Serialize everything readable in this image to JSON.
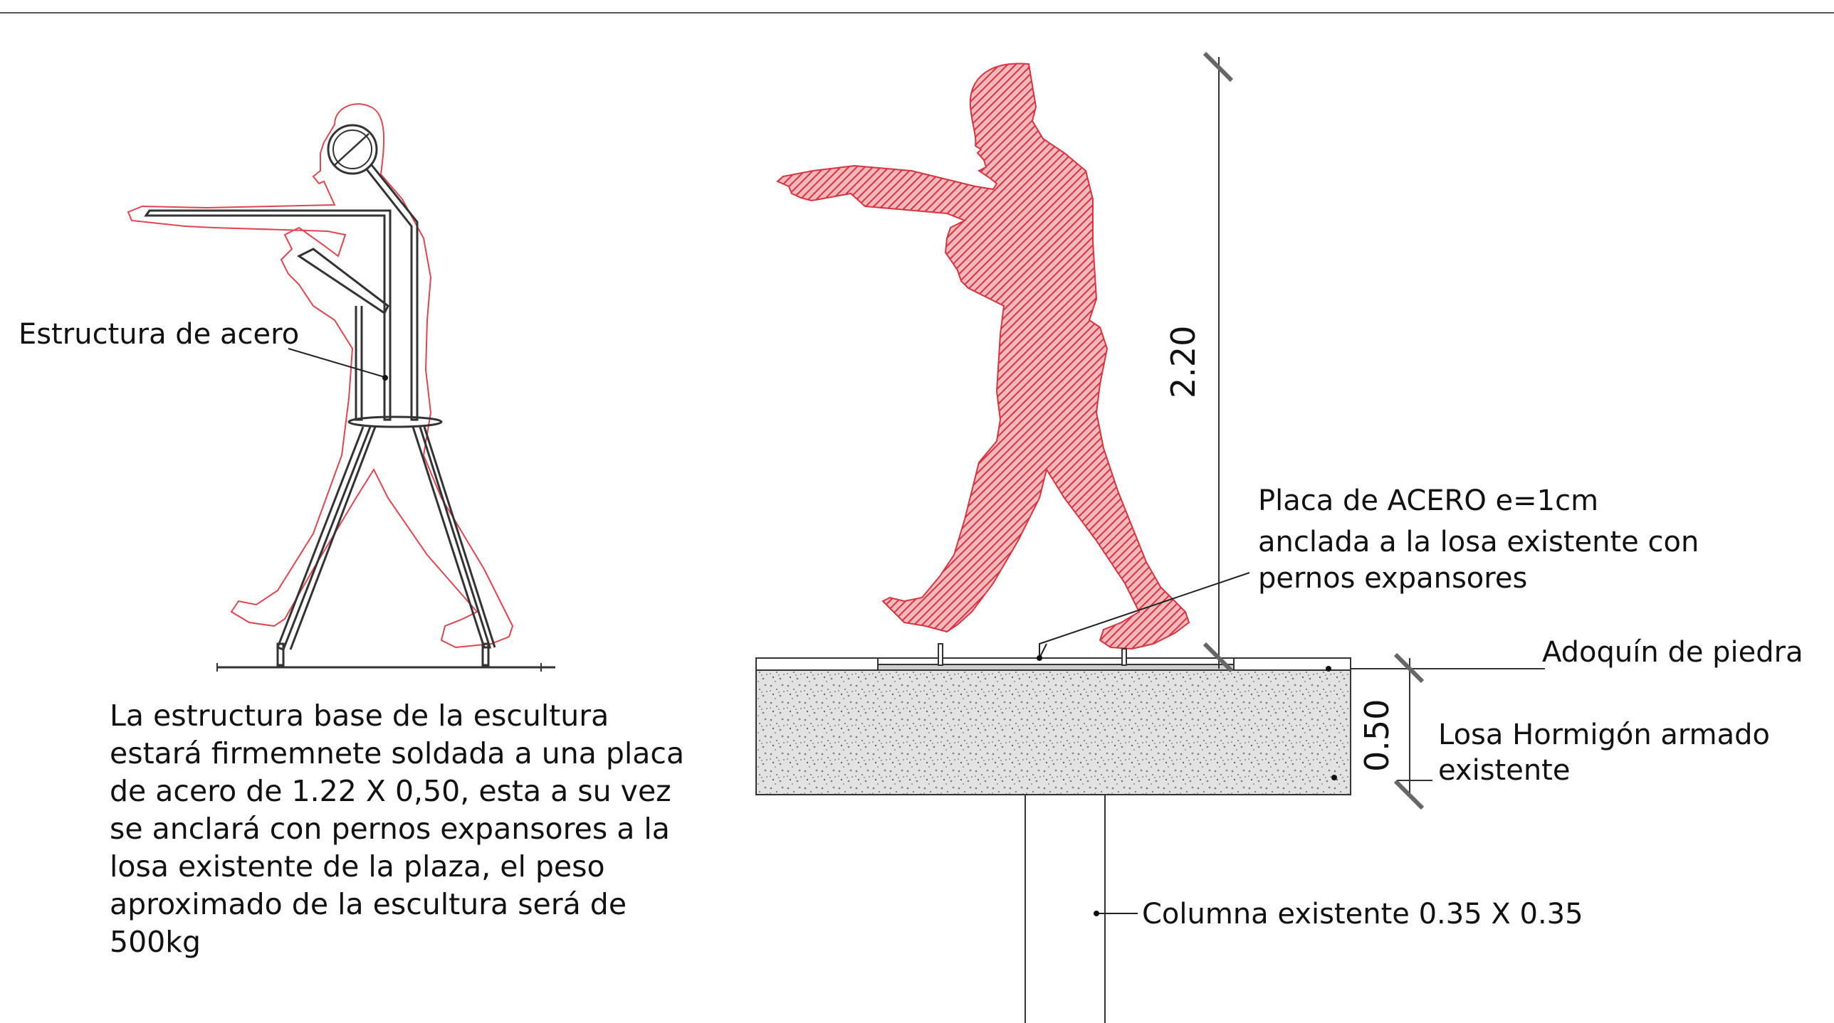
{
  "labels": {
    "steel_structure": "Estructura de acero",
    "plate_line1": "Placa de ACERO e=1cm",
    "plate_line2": "anclada a la losa existente con",
    "plate_line3": "pernos expansores",
    "paver": "Adoquín de piedra",
    "slab_line1": "Losa Hormigón armado",
    "slab_line2": "existente",
    "column": "Columna existente 0.35 X 0.35"
  },
  "dimensions": {
    "height": "2.20",
    "slab": "0.50"
  },
  "description": [
    "La estructura base de la escultura",
    "estará firmemnete soldada a una placa",
    "de acero de 1.22 X 0,50, esta a su vez",
    "se anclará con pernos expansores a la",
    "losa existente de la plaza, el peso",
    "aproximado de la escultura será de",
    "500kg"
  ],
  "colors": {
    "sculpture": "#d9333f",
    "outline": "#e0454f",
    "line": "#222222",
    "concrete": "#d8d8d8"
  }
}
